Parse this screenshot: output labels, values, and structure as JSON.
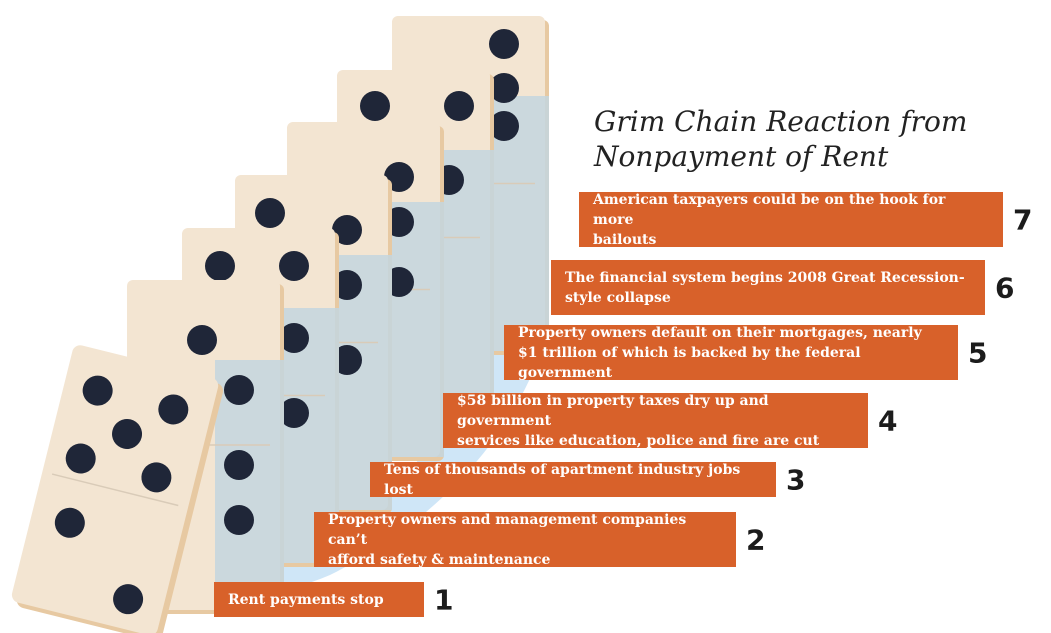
{
  "title": {
    "line1": "Grim Chain Reaction from",
    "line2": "Nonpayment of Rent"
  },
  "colors": {
    "box": "#d8612a",
    "tile": "#f3e5d2",
    "tile_edge": "#e7c9a2",
    "pip": "#1f2638",
    "shadow": "#c3d6df",
    "wave": "#cfe6f7"
  },
  "steps": [
    {
      "number": "1",
      "lines": [
        "Rent payments stop"
      ]
    },
    {
      "number": "2",
      "lines": [
        "Property owners and management companies can’t",
        "afford safety & maintenance"
      ]
    },
    {
      "number": "3",
      "lines": [
        "Tens of thousands of apartment industry jobs lost"
      ]
    },
    {
      "number": "4",
      "lines": [
        "$58 billion in property taxes dry up and government",
        "services like education, police and fire are cut"
      ]
    },
    {
      "number": "5",
      "lines": [
        "Property owners default on their mortgages, nearly",
        "$1 trillion of which is backed by the federal government"
      ]
    },
    {
      "number": "6",
      "lines": [
        "The financial system begins 2008 Great Recession-",
        "style collapse"
      ]
    },
    {
      "number": "7",
      "lines": [
        "American taxpayers could be on the hook for more",
        "bailouts"
      ]
    }
  ]
}
